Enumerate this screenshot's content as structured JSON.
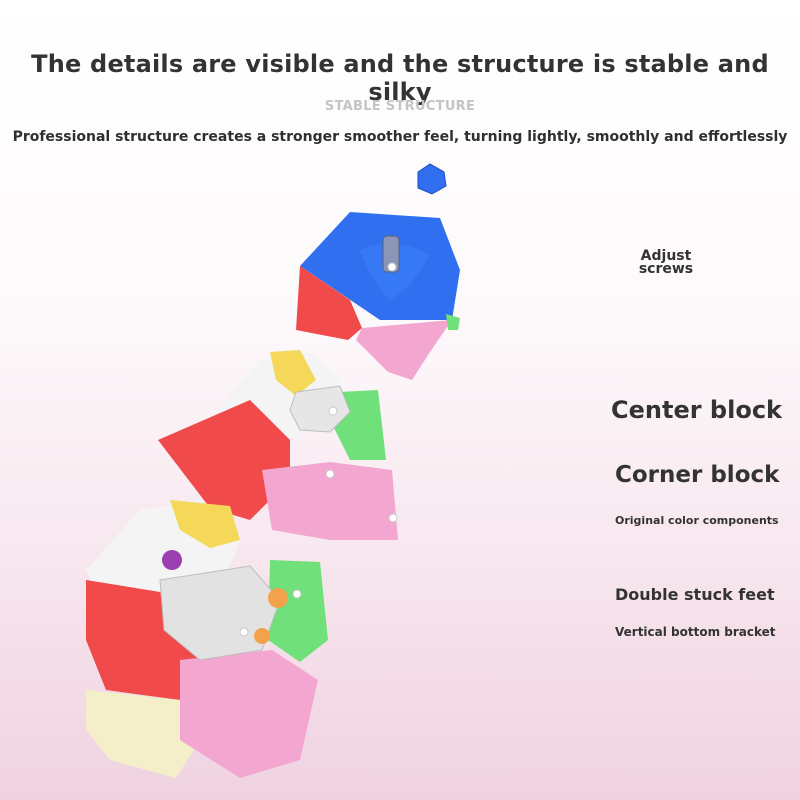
{
  "header": {
    "headline": "The details are visible and the structure is stable and silky",
    "kicker": "STABLE STRUCTURE",
    "subline": "Professional structure creates a stronger smoother feel, turning lightly, smoothly and effortlessly"
  },
  "callouts": {
    "adjust_line1": "Adjust",
    "adjust_line2": "screws",
    "center_block": "Center block",
    "corner_block": "Corner block",
    "original_color": "Original color components",
    "double_stuck": "Double stuck feet",
    "vertical_bracket": "Vertical bottom bracket"
  },
  "colors": {
    "blue": "#2f6ff0",
    "red": "#f04a4a",
    "pink": "#f2a6d0",
    "green": "#6fe07a",
    "yellow": "#f5d85a",
    "cream": "#f4efc8",
    "white": "#f2f2f2",
    "orange": "#f2a24a",
    "purple": "#9b3fb0"
  }
}
